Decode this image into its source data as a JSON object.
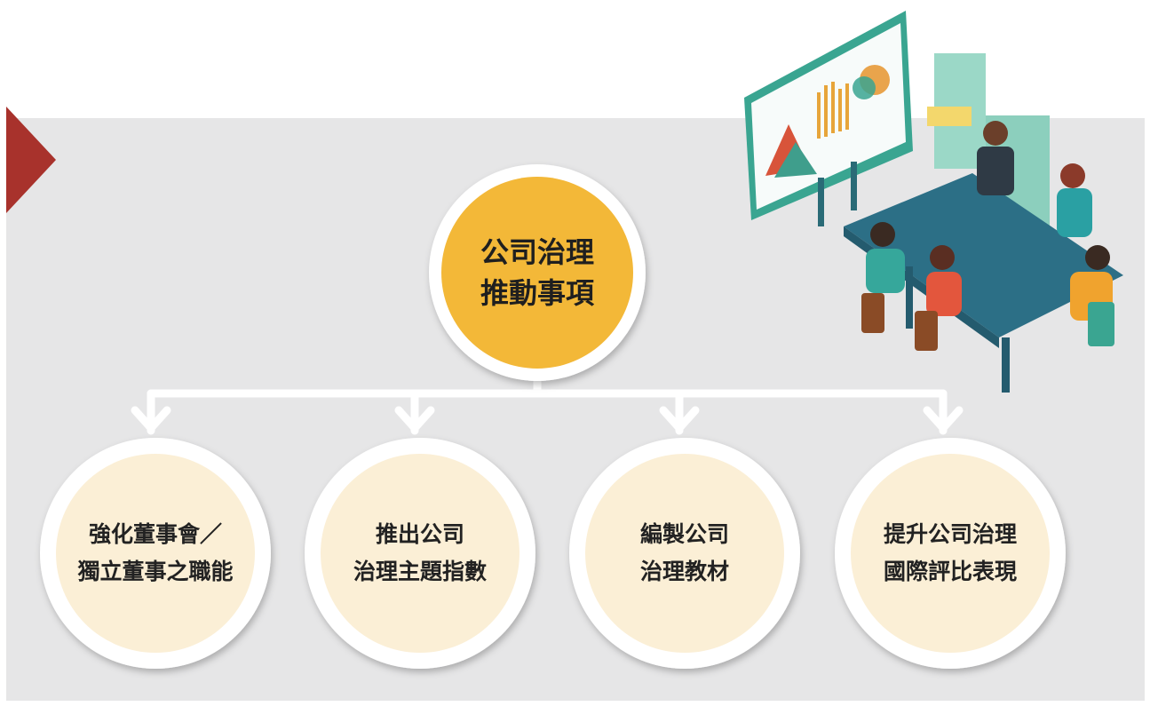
{
  "colors": {
    "background_panel": "#e6e6e7",
    "marker": "#a8322c",
    "main_circle": "#f3b838",
    "node_circle": "#fbefd6",
    "connector": "#ffffff"
  },
  "main_node": {
    "line1": "公司治理",
    "line2": "推動事項"
  },
  "nodes": [
    {
      "line1": "強化董事會／",
      "line2": "獨立董事之職能"
    },
    {
      "line1": "推出公司",
      "line2": "治理主題指數"
    },
    {
      "line1": "編製公司",
      "line2": "治理教材"
    },
    {
      "line1": "提升公司治理",
      "line2": "國際評比表現"
    }
  ],
  "illustration": {
    "name": "meeting-room-illustration",
    "description_icons": [
      "presentation-board-icon",
      "file-cabinet-icon",
      "meeting-table-icon"
    ]
  }
}
